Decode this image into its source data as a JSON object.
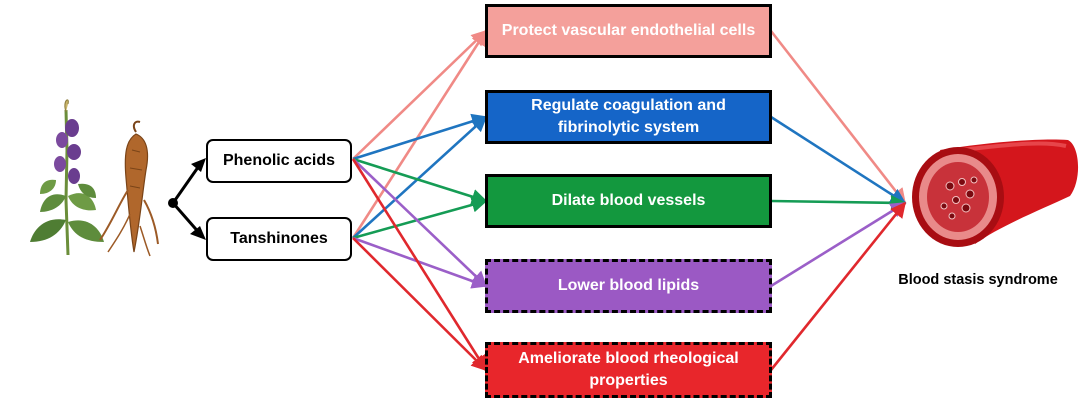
{
  "sources": [
    {
      "id": "phenolic",
      "label": "Phenolic acids"
    },
    {
      "id": "tanshinones",
      "label": "Tanshinones"
    }
  ],
  "effects": [
    {
      "id": "protect",
      "label": "Protect vascular endothelial cells",
      "fill": "#f4a09b",
      "line_color": "#f08a86",
      "border": "solid"
    },
    {
      "id": "coagulation",
      "label": "Regulate coagulation and fibrinolytic system",
      "fill": "#1565c8",
      "line_color": "#1f75c0",
      "border": "solid"
    },
    {
      "id": "dilate",
      "label": "Dilate blood vessels",
      "fill": "#13983e",
      "line_color": "#159c55",
      "border": "solid"
    },
    {
      "id": "lipids",
      "label": "Lower blood lipids",
      "fill": "#9b59c4",
      "line_color": "#9b5fc8",
      "border": "dashed"
    },
    {
      "id": "rheology",
      "label": "Ameliorate blood rheological properties",
      "fill": "#e8262b",
      "line_color": "#e0282d",
      "border": "dashed"
    }
  ],
  "target": {
    "label": "Blood stasis syndrome"
  },
  "colors": {
    "branch": "#000000",
    "vessel": "#d4161c",
    "vessel_dark": "#a80d12",
    "lumen": "#c8323a"
  }
}
